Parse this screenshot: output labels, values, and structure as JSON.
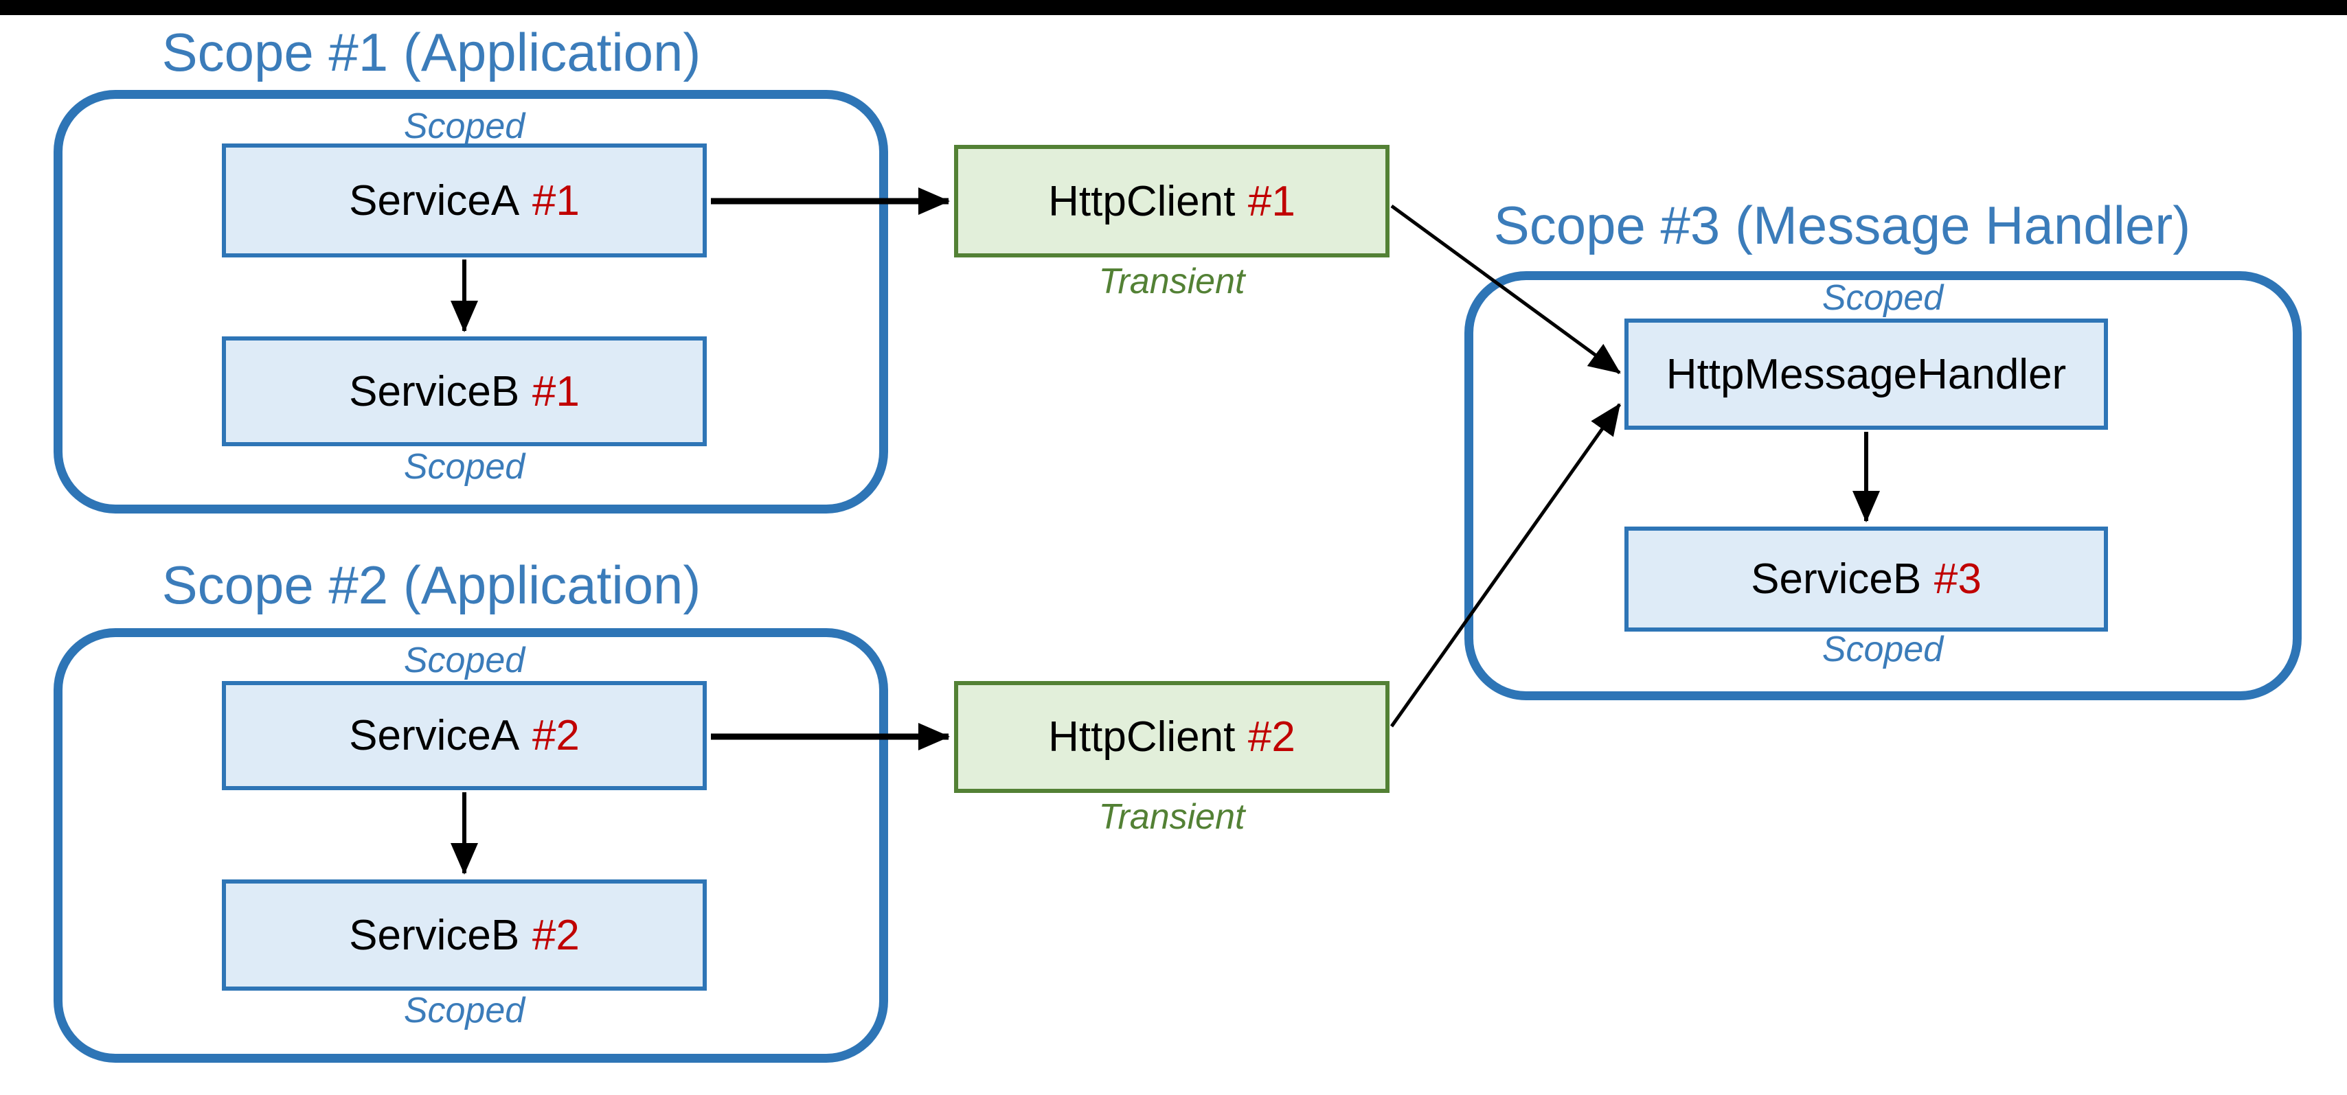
{
  "scope1": {
    "title": "Scope #1 (Application)",
    "scoped_top": "Scoped",
    "scoped_bottom": "Scoped",
    "serviceA": {
      "label": "ServiceA",
      "instance": "#1"
    },
    "serviceB": {
      "label": "ServiceB",
      "instance": "#1"
    }
  },
  "scope2": {
    "title": "Scope #2 (Application)",
    "scoped_top": "Scoped",
    "scoped_bottom": "Scoped",
    "serviceA": {
      "label": "ServiceA",
      "instance": "#2"
    },
    "serviceB": {
      "label": "ServiceB",
      "instance": "#2"
    }
  },
  "scope3": {
    "title": "Scope #3 (Message Handler)",
    "scoped_top": "Scoped",
    "scoped_bottom": "Scoped",
    "handler": {
      "label": "HttpMessageHandler"
    },
    "serviceB": {
      "label": "ServiceB",
      "instance": "#3"
    }
  },
  "httpClient1": {
    "label": "HttpClient",
    "instance": "#1",
    "lifetime": "Transient"
  },
  "httpClient2": {
    "label": "HttpClient",
    "instance": "#2",
    "lifetime": "Transient"
  },
  "colors": {
    "scope_border_blue": "#2E75B6",
    "title_blue": "#3B7CBA",
    "node_fill_blue": "#DEEBF7",
    "node_border_blue": "#2E75B6",
    "node_fill_green": "#E2EFDA",
    "node_border_green": "#538135",
    "transient_green": "#538135",
    "instance_red": "#C00000",
    "arrow_black": "#000000",
    "letterbox_black": "#000000"
  }
}
